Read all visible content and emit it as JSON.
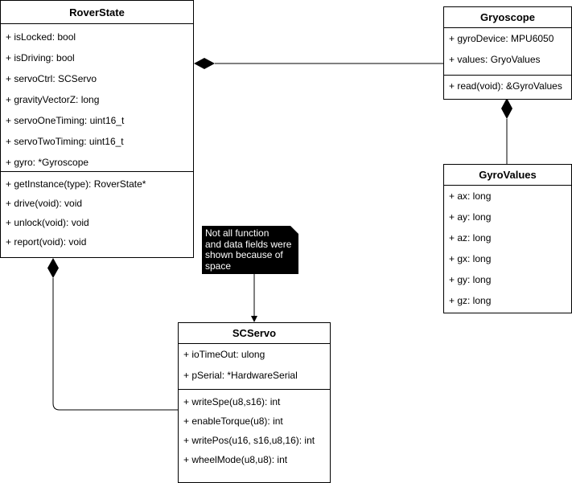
{
  "classes": {
    "rover_state": {
      "name": "RoverState",
      "attributes": [
        "+ isLocked: bool",
        "+ isDriving: bool",
        "+ servoCtrl: SCServo",
        "+ gravityVectorZ: long",
        "+ servoOneTiming: uint16_t",
        "+ servoTwoTiming: uint16_t",
        "+ gyro: *Gyroscope"
      ],
      "methods": [
        "+ getInstance(type): RoverState*",
        "+ drive(void): void",
        "+ unlock(void): void",
        "+ report(void): void"
      ]
    },
    "gyroscope": {
      "name": "Gryoscope",
      "attributes": [
        "+ gyroDevice: MPU6050",
        "+ values: GryoValues"
      ],
      "methods": [
        "+ read(void): &GyroValues"
      ]
    },
    "gyro_values": {
      "name": "GyroValues",
      "attributes": [
        "+ ax: long",
        "+ ay: long",
        "+ az: long",
        "+ gx: long",
        "+ gy: long",
        "+ gz: long"
      ],
      "methods": []
    },
    "sc_servo": {
      "name": "SCServo",
      "attributes": [
        "+ ioTimeOut: ulong",
        "+ pSerial: *HardwareSerial"
      ],
      "methods": [
        "+ writeSpe(u8,s16): int",
        "+ enableTorque(u8): int",
        "+ writePos(u16, s16,u8,16): int",
        "+ wheelMode(u8,u8): int"
      ]
    }
  },
  "note": {
    "lines": [
      "Not all function",
      "and data fields were",
      "shown because of",
      "space"
    ]
  },
  "relations": [
    {
      "from": "rover_state",
      "to": "gyroscope",
      "kind": "composition"
    },
    {
      "from": "gyroscope",
      "to": "gyro_values",
      "kind": "composition"
    },
    {
      "from": "rover_state",
      "to": "sc_servo",
      "kind": "composition"
    },
    {
      "from": "note",
      "to": "sc_servo",
      "kind": "pointer"
    }
  ],
  "colors": {
    "line": "#000000",
    "note_background": "#000000",
    "note_text": "#ffffff"
  }
}
